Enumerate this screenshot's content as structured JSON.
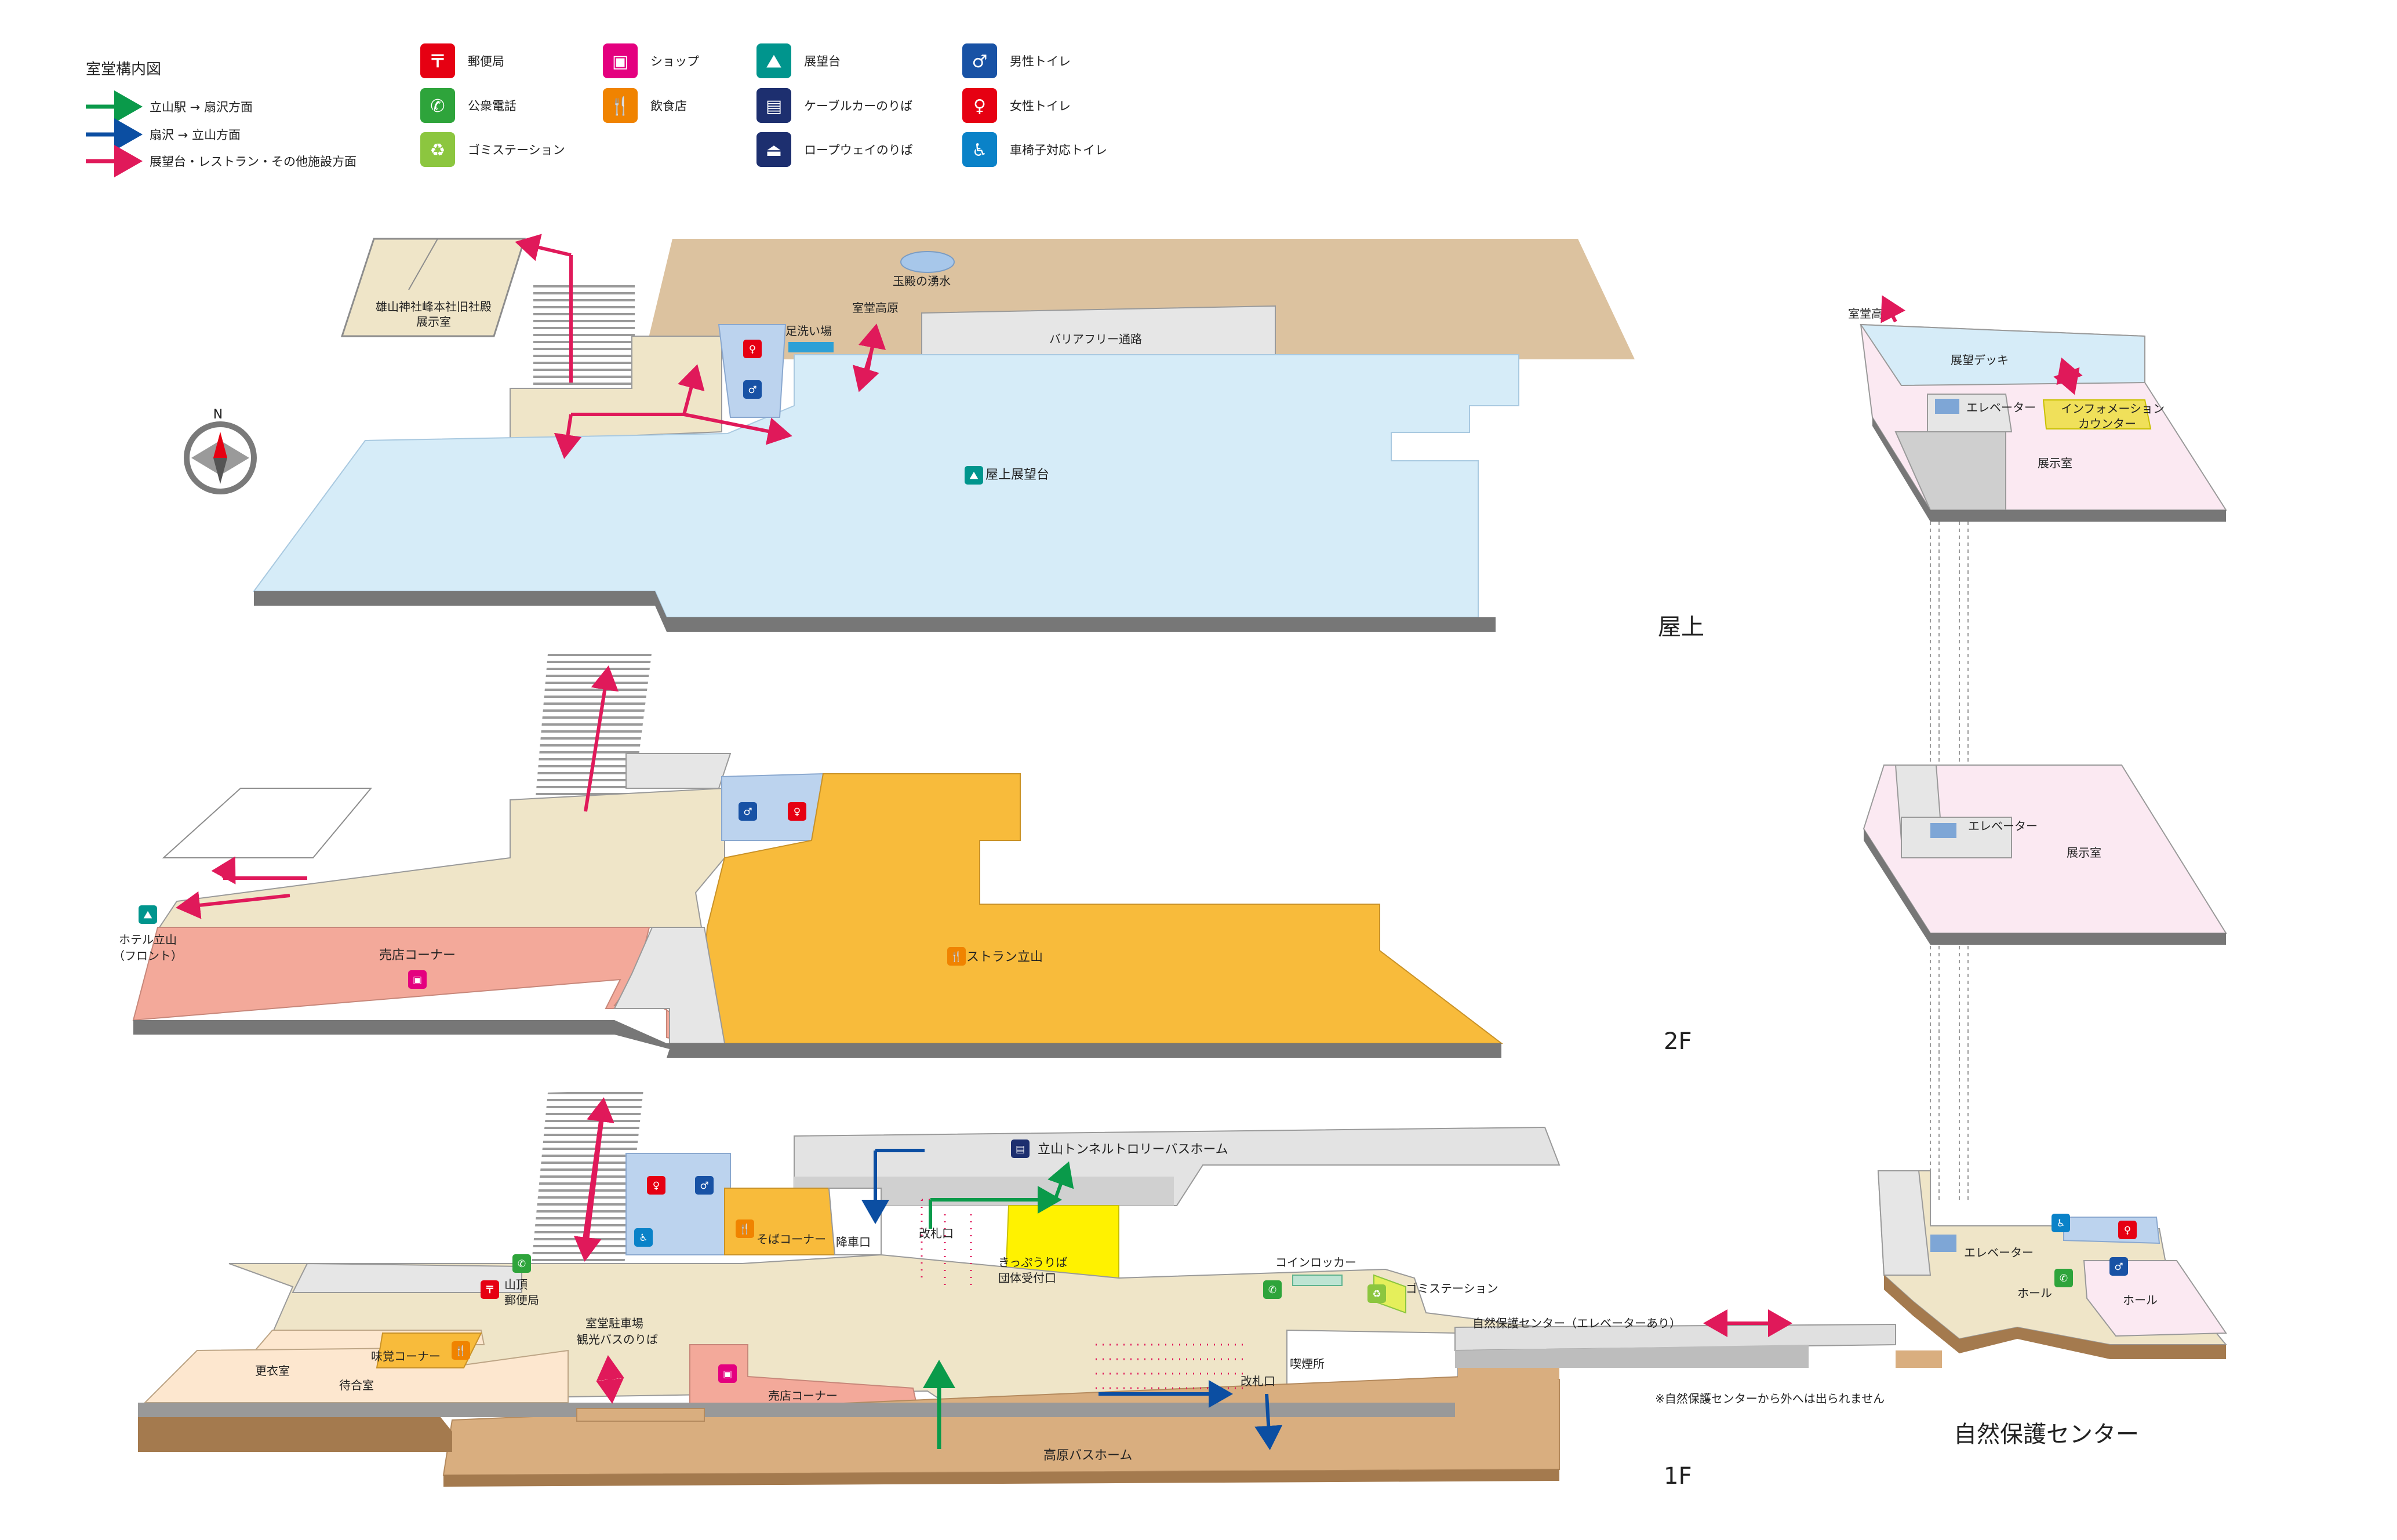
{
  "title": "室堂構内図",
  "colors": {
    "green_route": "#0a9a4a",
    "blue_route": "#0b4ea2",
    "red_route": "#e0195a",
    "roof_deck": "#d6ecf8",
    "restaurant": "#f8bb3b",
    "corridor": "#efe5c8",
    "shop": "#f3a99a",
    "exhibit": "#fbe9f2",
    "ground": "#d9ae7f",
    "gray": "#e2e2e2"
  },
  "routes": [
    {
      "label": "立山駅 → 扇沢方面",
      "color": "#0a9a4a"
    },
    {
      "label": "扇沢 → 立山方面",
      "color": "#0b4ea2"
    },
    {
      "label": "展望台・レストラン・その他施設方面",
      "color": "#e0195a"
    }
  ],
  "legend": [
    {
      "label": "郵便局",
      "icon": "post-office-icon",
      "glyph": "〒",
      "color": "#e60012"
    },
    {
      "label": "公衆電話",
      "icon": "phone-icon",
      "glyph": "✆",
      "color": "#2ea43b"
    },
    {
      "label": "ゴミステーション",
      "icon": "recycle-icon",
      "glyph": "♻",
      "color": "#8cc63f"
    },
    {
      "label": "ショップ",
      "icon": "shop-icon",
      "glyph": "▣",
      "color": "#e4007f"
    },
    {
      "label": "飲食店",
      "icon": "restaurant-icon",
      "glyph": "🍴",
      "color": "#f08300"
    },
    {
      "label": "展望台",
      "icon": "observatory-icon",
      "glyph": "⛰",
      "color": "#00958d"
    },
    {
      "label": "ケーブルカーのりば",
      "icon": "cable-car-icon",
      "glyph": "▤",
      "color": "#1d2f6f"
    },
    {
      "label": "ロープウェイのりば",
      "icon": "ropeway-icon",
      "glyph": "⏏",
      "color": "#1d2f6f"
    },
    {
      "label": "男性トイレ",
      "icon": "male-toilet-icon",
      "glyph": "♂",
      "color": "#1852a5"
    },
    {
      "label": "女性トイレ",
      "icon": "female-toilet-icon",
      "glyph": "♀",
      "color": "#e60012"
    },
    {
      "label": "車椅子対応トイレ",
      "icon": "wheelchair-toilet-icon",
      "glyph": "♿",
      "color": "#0a82c8"
    }
  ],
  "compass": "N",
  "floors": {
    "roof": "屋上",
    "second": "2F",
    "first": "1F"
  },
  "roof": {
    "shrine": [
      "雄山神社峰本社旧社殿",
      "展示室"
    ],
    "spring": "玉殿の湧水",
    "foot_wash": "足洗い場",
    "murodo_plateau": "室堂高原",
    "barrier_free": "バリアフリー通路",
    "deck": "屋上展望台"
  },
  "second": {
    "hotel": [
      "ホテル立山",
      "（フロント）"
    ],
    "shop": "売店コーナー",
    "restaurant": "レストラン立山"
  },
  "first": {
    "bus_home": "立山トンネルトロリーバスホーム",
    "soba": "そばコーナー",
    "exit": "降車口",
    "gate": "改札口",
    "ticket": [
      "きっぷうりば",
      "団体受付口"
    ],
    "post": [
      "山頂",
      "郵便局"
    ],
    "lockers": "コインロッカー",
    "garbage": "ゴミステーション",
    "parking": [
      "室堂駐車場",
      "観光バスのりば"
    ],
    "taste": "味覚コーナー",
    "changing": "更衣室",
    "waiting": "待合室",
    "shop": "売店コーナー",
    "gate2": "改札口",
    "smoking": "喫煙所",
    "highland_bus": "高原バスホーム",
    "nature_center_link": "自然保護センター（エレベーターあり）",
    "note": "※自然保護センターから外へは出られません"
  },
  "nature_center": {
    "name": "自然保護センター",
    "top": {
      "murodo_plateau": "室堂高原",
      "deck": "展望デッキ",
      "elevator": "エレベーター",
      "info": [
        "インフォメーション",
        "カウンター"
      ],
      "exhibit": "展示室"
    },
    "middle": {
      "elevator": "エレベーター",
      "exhibit": "展示室"
    },
    "bottom": {
      "elevator": "エレベーター",
      "hall1": "ホール",
      "hall2": "ホール"
    }
  }
}
